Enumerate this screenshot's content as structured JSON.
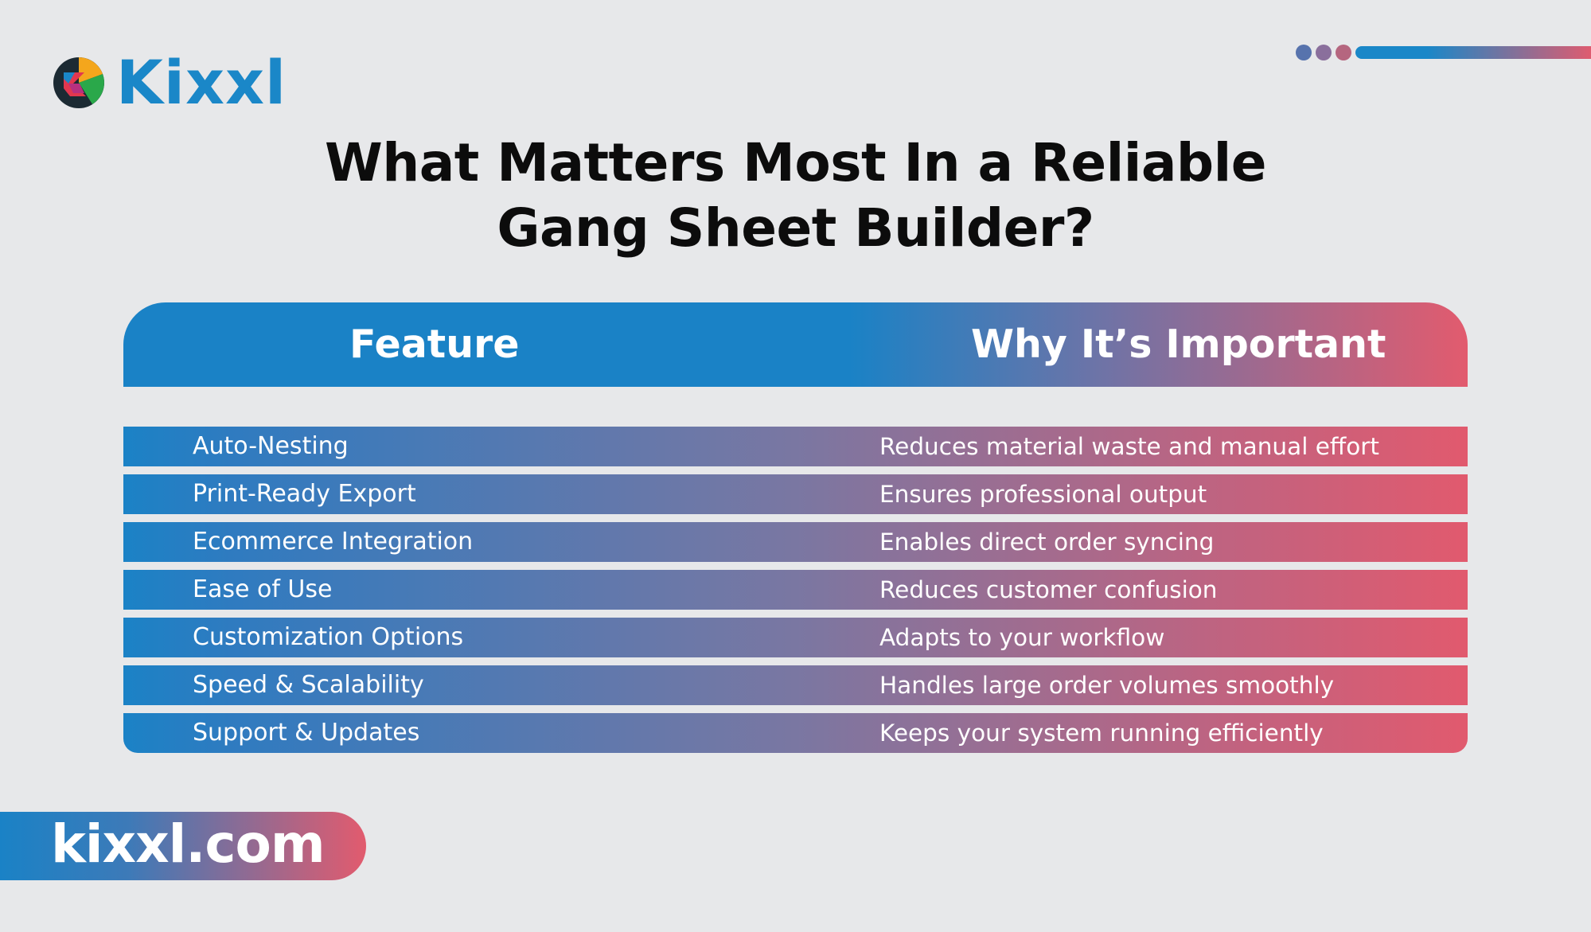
{
  "brand": {
    "name": "Kixxl",
    "logo_icon": "kixxl-logo-icon"
  },
  "colors": {
    "brand_blue": "#1a87c8",
    "accent_red": "#e25b6e",
    "background": "#e7e8ea",
    "dot_colors": [
      "#5773ad",
      "#8a6f9c",
      "#b5667f"
    ]
  },
  "title": {
    "line1": "What Matters Most In a Reliable",
    "line2": "Gang Sheet Builder?"
  },
  "table": {
    "headers": [
      "Feature",
      "Why It’s Important"
    ],
    "rows": [
      {
        "feature": "Auto-Nesting",
        "why": "Reduces material waste and manual effort"
      },
      {
        "feature": "Print-Ready Export",
        "why": "Ensures professional output"
      },
      {
        "feature": "Ecommerce Integration",
        "why": "Enables direct order syncing"
      },
      {
        "feature": "Ease of Use",
        "why": "Reduces customer confusion"
      },
      {
        "feature": "Customization Options",
        "why": "Adapts to your workflow"
      },
      {
        "feature": "Speed & Scalability",
        "why": "Handles large order volumes smoothly"
      },
      {
        "feature": "Support & Updates",
        "why": "Keeps your system running efficiently"
      }
    ]
  },
  "footer": {
    "url": "kixxl.com"
  }
}
